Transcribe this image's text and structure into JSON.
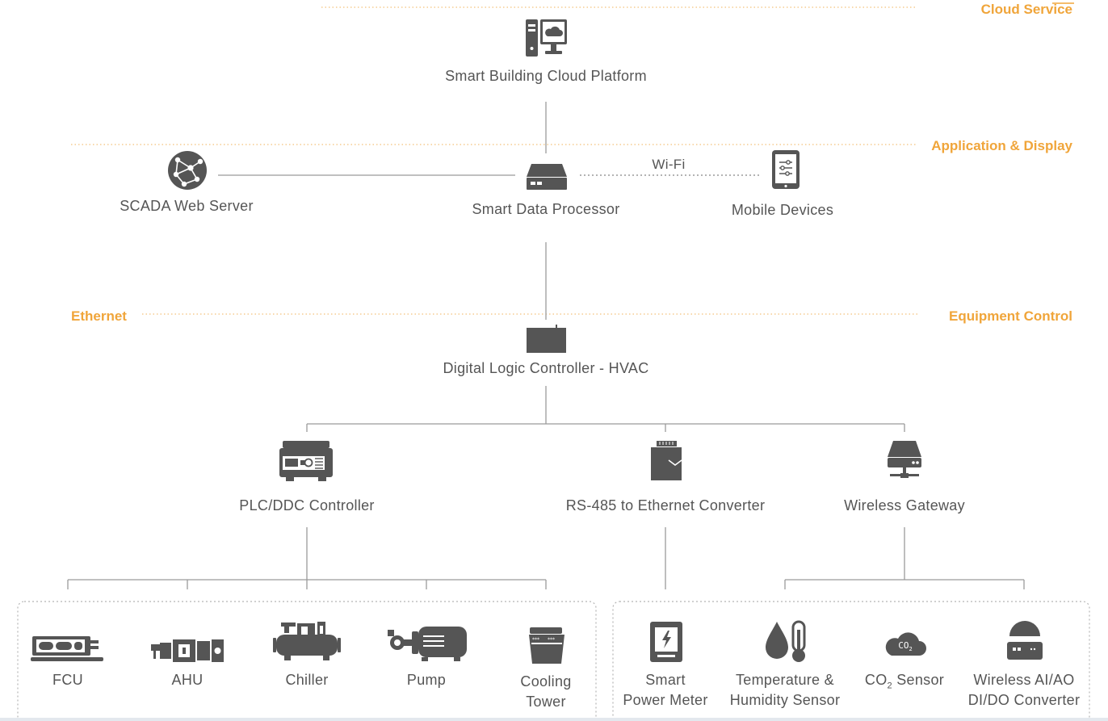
{
  "layers": {
    "cloud_service": "Cloud Service",
    "application_display": "Application & Display",
    "ethernet": "Ethernet",
    "equipment_control": "Equipment Control"
  },
  "nodes": {
    "cloud_platform": "Smart Building Cloud Platform",
    "scada": "SCADA Web Server",
    "data_processor": "Smart Data Processor",
    "mobile": "Mobile Devices",
    "wifi": "Wi-Fi",
    "dlc": "Digital Logic Controller - HVAC",
    "plc": "PLC/DDC Controller",
    "rs485": "RS-485 to Ethernet Converter",
    "gateway": "Wireless Gateway"
  },
  "equipment": {
    "fcu": "FCU",
    "ahu": "AHU",
    "chiller": "Chiller",
    "pump": "Pump",
    "cooling_tower_1": "Cooling",
    "cooling_tower_2": "Tower"
  },
  "sensors": {
    "power_meter_1": "Smart",
    "power_meter_2": "Power Meter",
    "temp_1": "Temperature &",
    "temp_2": "Humidity Sensor",
    "co2_prefix": "CO",
    "co2_sub": "2",
    "co2_suffix": " Sensor",
    "co2_icon_text": "CO",
    "co2_icon_sub": "2",
    "wireless_1": "Wireless AI/AO",
    "wireless_2": "DI/DO Converter"
  },
  "colors": {
    "accent": "#f0a53a",
    "icon": "#555555",
    "line": "#9a9a9a",
    "text": "#555555"
  }
}
